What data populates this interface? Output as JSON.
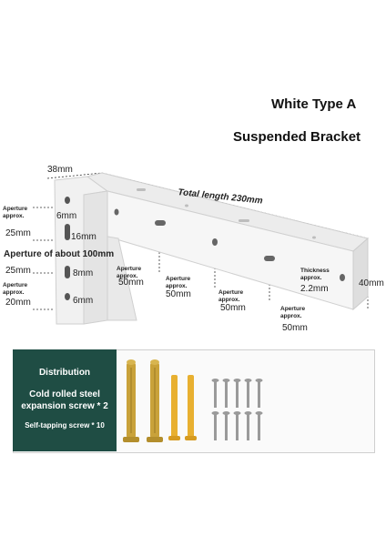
{
  "header": {
    "line1": "White Type A",
    "line2": "Suspended Bracket"
  },
  "dimensions": {
    "top_width": "38mm",
    "total_length": "Total length 230mm",
    "left_6mm": "6mm",
    "left_16mm": "16mm",
    "left_aperture_25": "25mm",
    "left_aperture_label": "Aperture\napprox.",
    "aperture_100": "Aperture of about 100mm",
    "left_25mm": "25mm",
    "left_8mm": "8mm",
    "left_aperture_20": "20mm",
    "left_aperture_label2": "Aperture\napprox.",
    "left_6mm_b": "6mm",
    "ap1_label": "Aperture\napprox.",
    "ap1_value": "50mm",
    "ap2_label": "Aperture\napprox.",
    "ap2_value": "50mm",
    "ap3_label": "Aperture\napprox.",
    "ap3_value": "50mm",
    "ap4_label": "Aperture\napprox.",
    "ap4_value": "50mm",
    "thickness_label": "Thickness\napprox.",
    "thickness_value": "2.2mm",
    "height": "40mm"
  },
  "distribution": {
    "heading": "Distribution",
    "item1_line1": "Cold rolled steel",
    "item1_line2": "expansion screw * 2",
    "item2": "Self-tapping screw * 10"
  },
  "colors": {
    "panel_green": "#1f4d44",
    "bracket_white": "#f2f2f2",
    "anchor_gold": "#c9a23a",
    "plug_yellow": "#e8b030",
    "screw_silver": "#9a9a9a"
  }
}
